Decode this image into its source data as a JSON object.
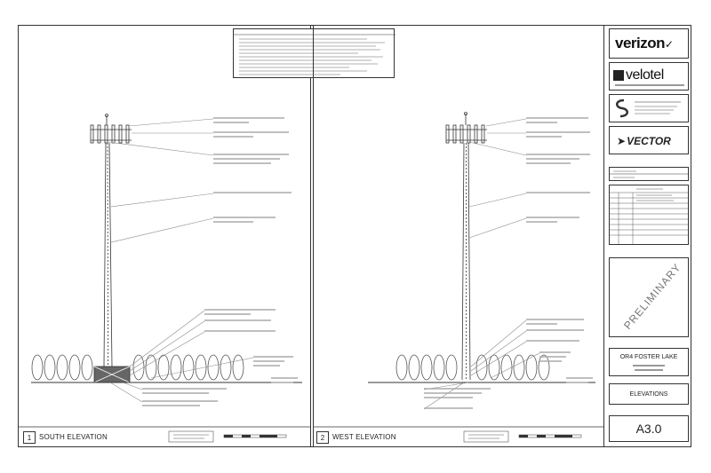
{
  "titleblock": {
    "brand": "verizon",
    "firm": "velotel",
    "contractor": "VECTOR",
    "watermark": "PRELIMINARY",
    "project_name": "OR4 FOSTER LAKE",
    "sheet_title": "ELEVATIONS",
    "sheet_number": "A3.0"
  },
  "views": [
    {
      "number": "1",
      "title": "SOUTH ELEVATION"
    },
    {
      "number": "2",
      "title": "WEST ELEVATION"
    }
  ],
  "colors": {
    "line": "#333333",
    "leader": "#888888",
    "tree": "#555555"
  },
  "icons": [
    "verizon-check-icon",
    "velotel-square-icon",
    "s-logo-icon",
    "vector-arrow-icon"
  ]
}
